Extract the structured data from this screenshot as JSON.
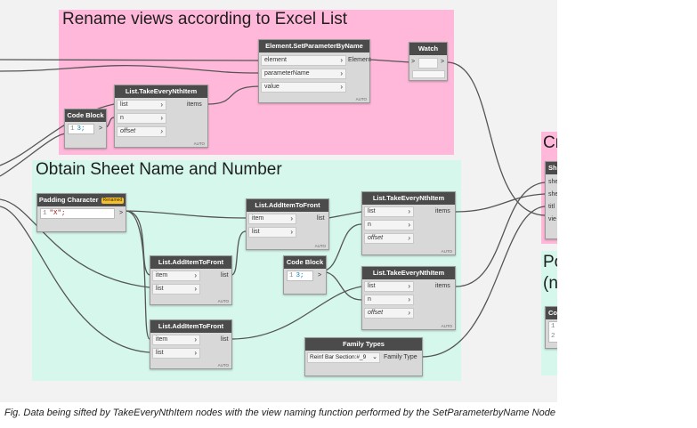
{
  "groups": {
    "rename": {
      "title": "Rename views according to Excel List",
      "color": "#ffb8d9"
    },
    "obtain": {
      "title": "Obtain Sheet Name and Number",
      "color": "#d5f7ec"
    },
    "right_pink": {
      "title": "Cr"
    },
    "right_green": {
      "title_line1": "Po",
      "title_line2": "(n"
    }
  },
  "nodes": {
    "set_parameter": {
      "title": "Element.SetParameterByName",
      "inputs": [
        "element",
        "parameterName",
        "value"
      ],
      "output": "Element",
      "lacing": "AUTO"
    },
    "watch": {
      "title": "Watch",
      "in_port": ">",
      "out_port": ">"
    },
    "take_nth_top": {
      "title": "List.TakeEveryNthItem",
      "inputs": [
        "list",
        "n",
        "offset"
      ],
      "output": "items",
      "lacing": "AUTO"
    },
    "code_block_top": {
      "title": "Code Block",
      "line": "1",
      "code": "3;",
      "out_port": ">"
    },
    "padding": {
      "title": "Padding Character",
      "badge": "Renamed",
      "line": "1",
      "code": "\"X\";",
      "out_port": ">"
    },
    "add_front_1": {
      "title": "List.AddItemToFront",
      "inputs": [
        "item",
        "list"
      ],
      "output": "list",
      "lacing": "AUTO"
    },
    "add_front_2": {
      "title": "List.AddItemToFront",
      "inputs": [
        "item",
        "list"
      ],
      "output": "list",
      "lacing": "AUTO"
    },
    "add_front_3": {
      "title": "List.AddItemToFront",
      "inputs": [
        "item",
        "list"
      ],
      "output": "list",
      "lacing": "AUTO"
    },
    "take_nth_mid1": {
      "title": "List.TakeEveryNthItem",
      "inputs": [
        "list",
        "n",
        "offset"
      ],
      "output": "items",
      "lacing": "AUTO"
    },
    "take_nth_mid2": {
      "title": "List.TakeEveryNthItem",
      "inputs": [
        "list",
        "n",
        "offset"
      ],
      "output": "items",
      "lacing": "AUTO"
    },
    "code_block_mid": {
      "title": "Code Block",
      "line": "1",
      "code": "3;",
      "out_port": ">"
    },
    "family_types": {
      "title": "Family Types",
      "selected": "Reinf Bar Section:#_9",
      "output": "Family Type"
    },
    "right_node": {
      "title": "Sh",
      "inputs": [
        "she",
        "she",
        "titl",
        "vie"
      ]
    },
    "right_code": {
      "title": "Co",
      "lines": [
        "1",
        "2"
      ]
    }
  },
  "caption": "Fig. Data being sifted by TakeEveryNthItem nodes with the view naming function performed by the SetParameterbyName Node",
  "icons": {
    "chevron": "chevron-right-icon",
    "dropdown": "chevron-down-icon"
  },
  "colors": {
    "node_header": "#4b4b4b",
    "node_body": "#d8d8d8",
    "wire": "#555555",
    "canvas": "#f2f2f2"
  }
}
